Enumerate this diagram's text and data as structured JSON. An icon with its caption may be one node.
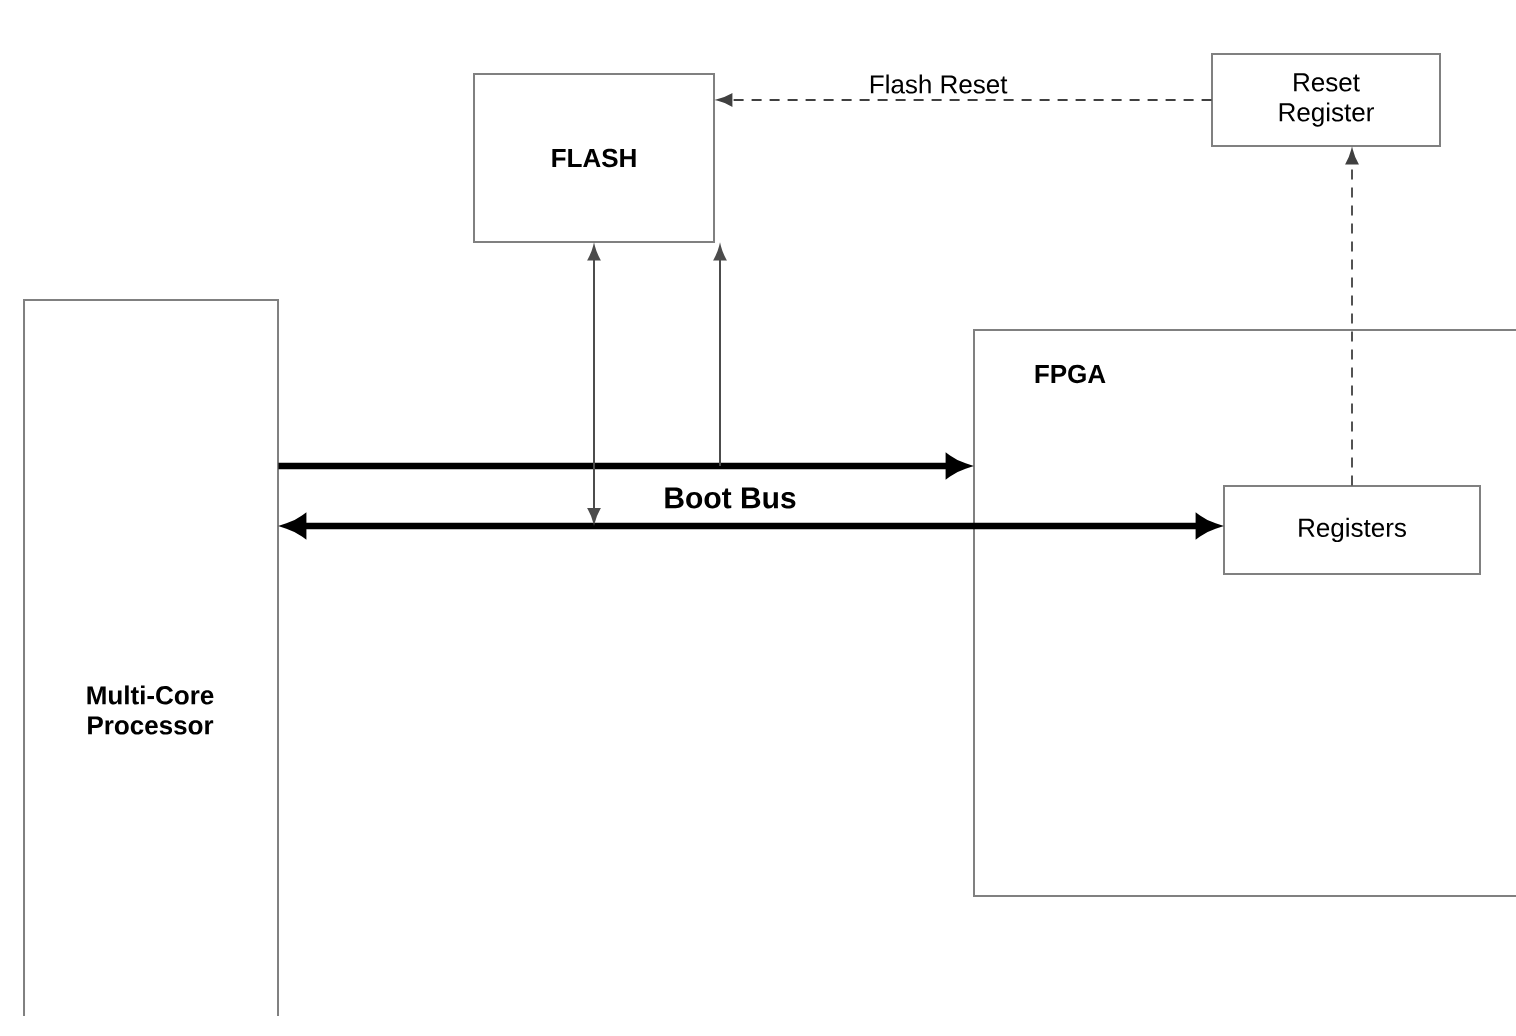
{
  "diagram": {
    "nodes": [
      {
        "text": [
          "FLASH"
        ]
      },
      {
        "text": [
          "Reset Register"
        ]
      },
      {
        "text": [
          "Multi-Core Processor"
        ]
      },
      {
        "text": [
          "FPGA"
        ]
      },
      {
        "text": [
          "Registers"
        ],
        "in": 3
      }
    ],
    "edges": [
      {
        "from": 1,
        "to": 0,
        "arrow": "to",
        "style": "dashed",
        "label": "Flash Reset"
      },
      {
        "from": 4,
        "to": 1,
        "arrow": "to",
        "style": "dashed"
      },
      {
        "from": 2,
        "to": 3,
        "arrow": "to",
        "style": "thick"
      },
      {
        "from": 2,
        "to": 4,
        "arrow": "both",
        "style": "thick"
      },
      {
        "from": null,
        "to": 0,
        "arrow": "to"
      },
      {
        "from": 0,
        "to": null,
        "arrow": "both"
      }
    ],
    "labels": [
      "Boot Bus"
    ]
  }
}
